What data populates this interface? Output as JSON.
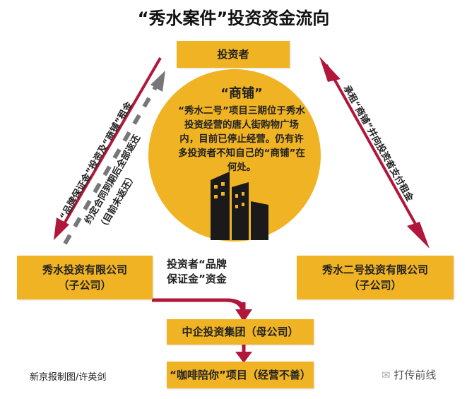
{
  "title": "“秀水案件”投资资金流向",
  "investor_box": "投资者",
  "shop_circle": {
    "heading": "“商铺”",
    "body": "“秀水二号”项目三期位于秀水投资经营的唐人街购物广场内，目前已停止经营。仍有许多投资者不知自己的“商铺”在何处。"
  },
  "left_arrow_label": "“品牌保证金”投资及“商铺”租金",
  "left_return_label_1": "约定合同到期后全部返还",
  "left_return_label_2": "（目前未返还）",
  "right_arrow_label": "承租“商铺”并向投资者支付租金",
  "left_company": {
    "line1": "秀水投资有限公司",
    "line2": "（子公司）"
  },
  "right_company": {
    "line1": "秀水二号投资有限公司",
    "line2": "（子公司）"
  },
  "fund_note": {
    "line1": "投资者“品牌",
    "line2": "保证金”资金"
  },
  "parent_company": "中企投资集团（母公司）",
  "project_box": "“咖啡陪你”项目（经营不善）",
  "credit": "新京报制图/许英剑",
  "watermark": "打传前线",
  "colors": {
    "box": "#f0b323",
    "arrow": "#b0173a",
    "dashed": "#777777"
  }
}
